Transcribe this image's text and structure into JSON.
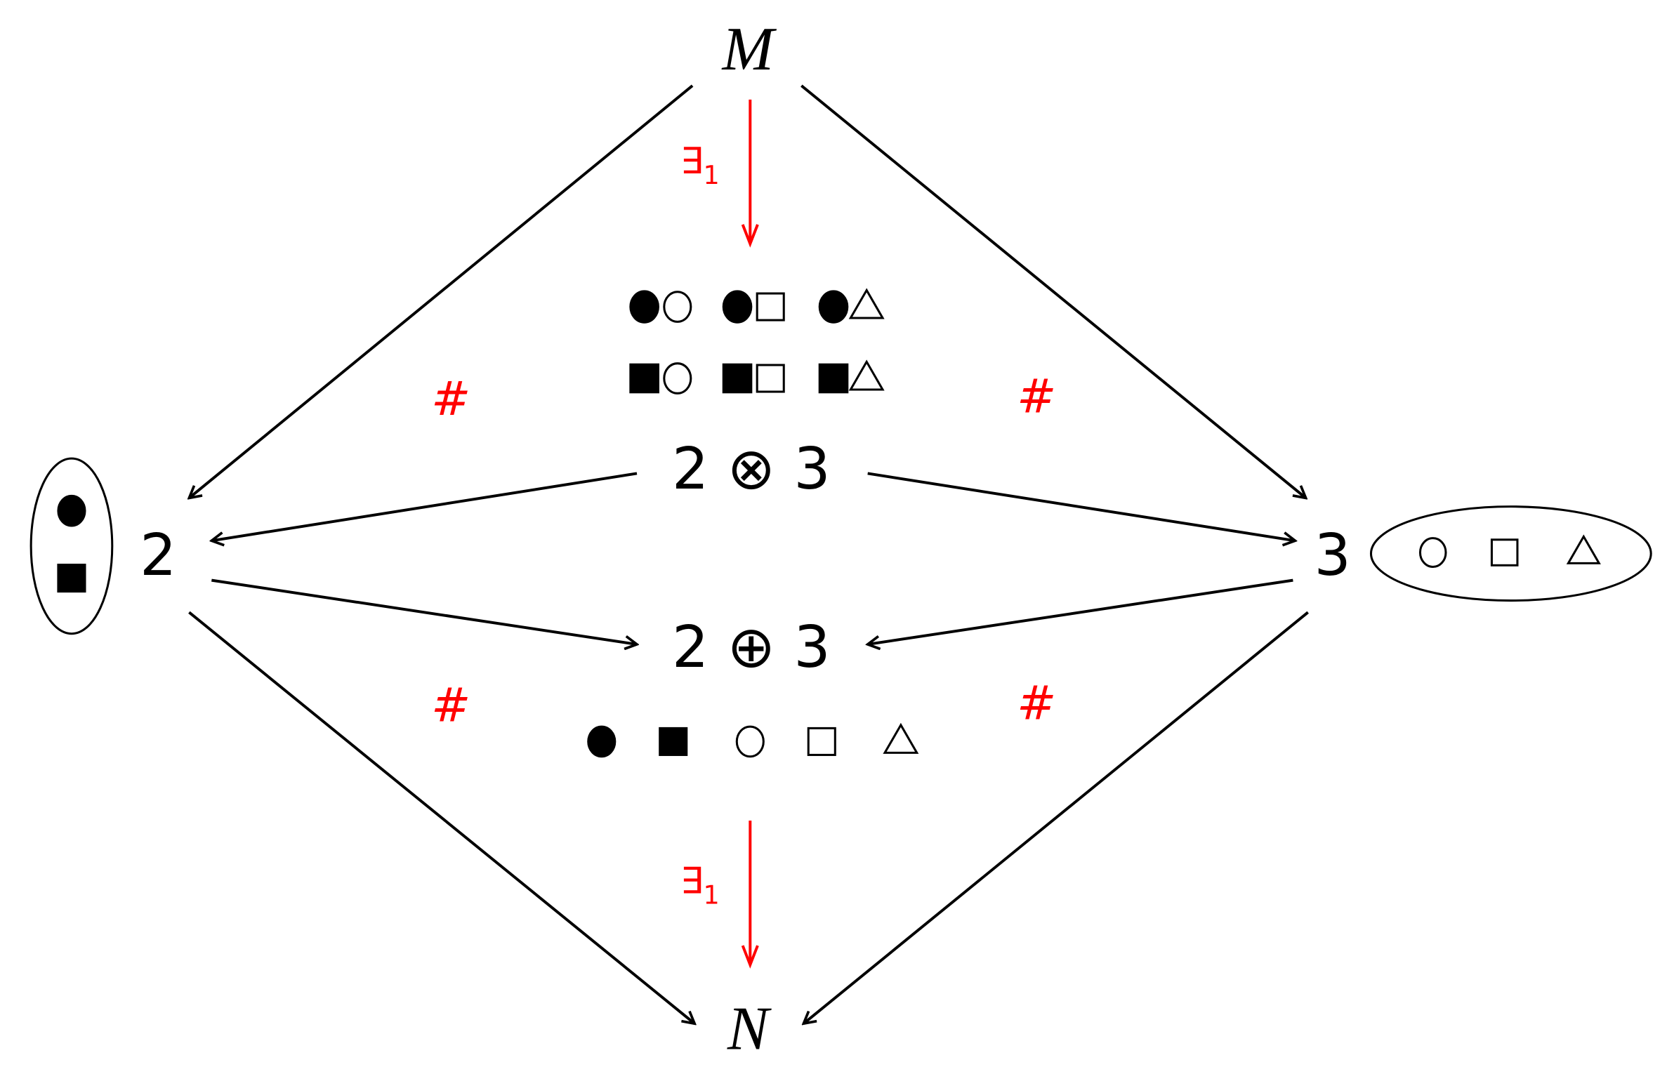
{
  "nodes": {
    "top": "M",
    "bottom": "N",
    "left": "2",
    "right": "3",
    "product": "2 ⊗ 3",
    "coproduct": "2 ⊕ 3"
  },
  "annotations": {
    "unique_exists_top": "∃",
    "unique_exists_top_sub": "1",
    "unique_exists_bottom": "∃",
    "unique_exists_bottom_sub": "1",
    "not_top_left": "#",
    "not_top_right": "#",
    "not_bottom_left": "#",
    "not_bottom_right": "#"
  },
  "sets": {
    "left_set": [
      "filled-circle",
      "filled-square"
    ],
    "right_set": [
      "circle",
      "square",
      "triangle"
    ],
    "product_pairs": [
      [
        "filled-circle",
        "circle"
      ],
      [
        "filled-circle",
        "square"
      ],
      [
        "filled-circle",
        "triangle"
      ],
      [
        "filled-square",
        "circle"
      ],
      [
        "filled-square",
        "square"
      ],
      [
        "filled-square",
        "triangle"
      ]
    ],
    "coproduct_elements": [
      "filled-circle",
      "filled-square",
      "circle",
      "square",
      "triangle"
    ]
  },
  "colors": {
    "edge": "#000000",
    "highlight": "#ff0000"
  }
}
